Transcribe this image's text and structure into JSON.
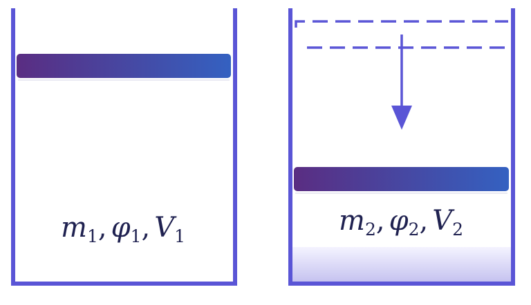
{
  "colors": {
    "container_stroke": "#5a55d6",
    "piston_start": "#5a2d82",
    "piston_end": "#3461c1",
    "label": "#1f2150",
    "condensed_liquid_top": "#f4f3ff",
    "condensed_liquid_bottom": "#c6c3f0"
  },
  "state_1": {
    "mass": "m",
    "mass_sub": "1",
    "humidity": "φ",
    "humidity_sub": "1",
    "volume": "V",
    "volume_sub": "1"
  },
  "state_2": {
    "mass": "m",
    "mass_sub": "2",
    "humidity": "φ",
    "humidity_sub": "2",
    "volume": "V",
    "volume_sub": "2"
  },
  "separator": ",",
  "icons": {
    "compression_arrow": "arrow-down-icon"
  }
}
